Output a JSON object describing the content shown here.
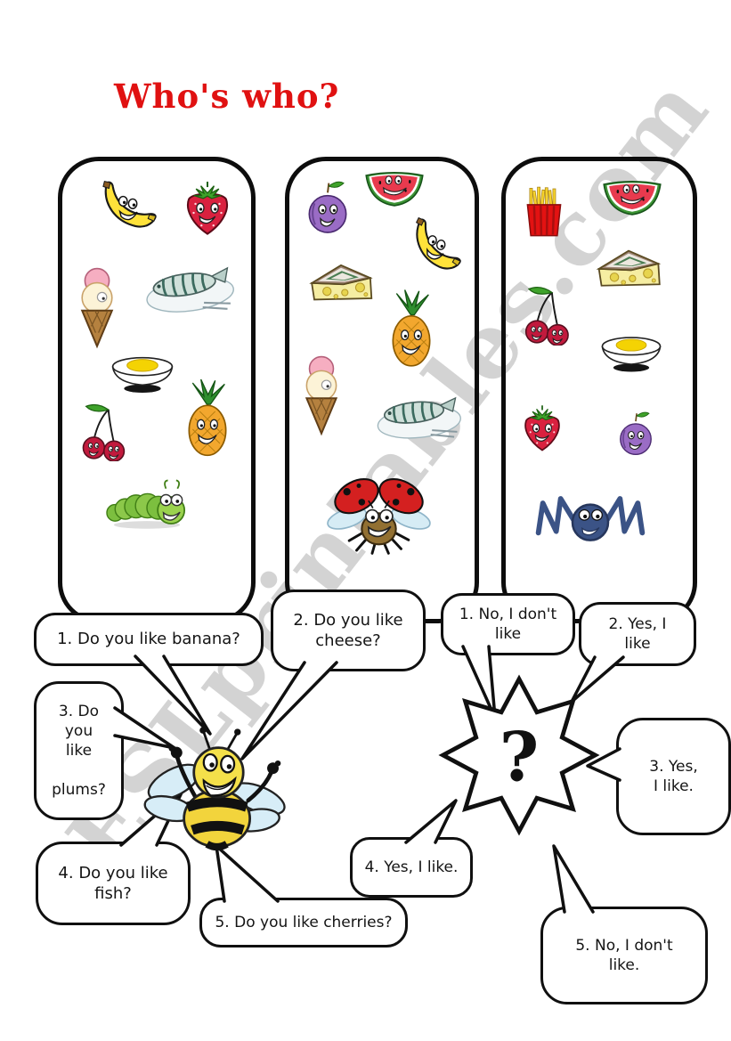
{
  "page": {
    "title": "Who's who?",
    "watermark": "ESLprintables.com"
  },
  "cards": [
    {
      "name": "card-1",
      "items": [
        "banana",
        "strawberry",
        "ice cream",
        "fish",
        "boiled egg",
        "cherries",
        "pineapple",
        "caterpillar"
      ]
    },
    {
      "name": "card-2",
      "items": [
        "plum",
        "watermelon",
        "banana",
        "cheese",
        "pineapple",
        "ice cream",
        "fish",
        "ladybug"
      ]
    },
    {
      "name": "card-3",
      "items": [
        "french fries",
        "watermelon",
        "cheese",
        "cherries",
        "boiled egg",
        "strawberry",
        "plum",
        "spider"
      ]
    }
  ],
  "questions": [
    {
      "label": "1. Do you like banana?"
    },
    {
      "label": "2. Do you like\ncheese?"
    },
    {
      "label": "3. Do\nyou\nlike\n\nplums?"
    },
    {
      "label": "4. Do you like\nfish?"
    },
    {
      "label": "5. Do you like cherries?"
    }
  ],
  "answers": [
    {
      "label": "1. No, I don't\nlike"
    },
    {
      "label": "2. Yes, I\nlike"
    },
    {
      "label": "3. Yes,\nI like."
    },
    {
      "label": "4. Yes, I like."
    },
    {
      "label": "5. No, I don't\nlike."
    }
  ],
  "star": {
    "label": "?"
  },
  "colors": {
    "title": "#e01111",
    "watermark": "#a8a8a8",
    "outline": "#101010"
  }
}
